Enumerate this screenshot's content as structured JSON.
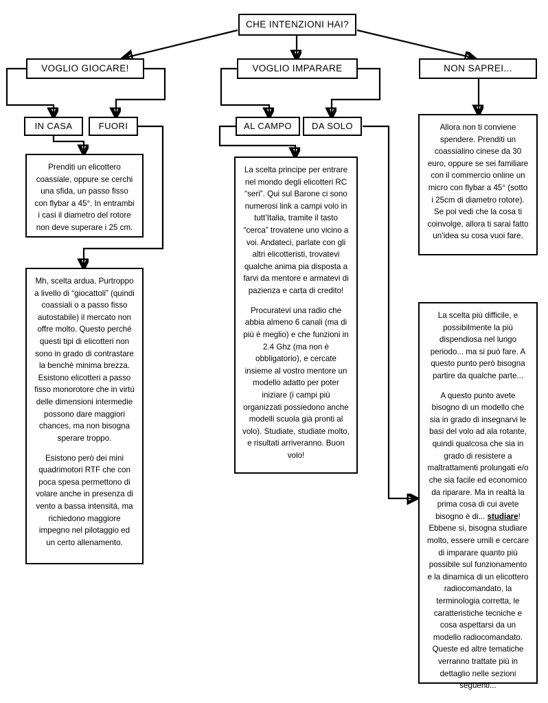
{
  "diagram": {
    "title": "CHE INTENZIONI HAI?",
    "language": "it"
  },
  "nodes": {
    "root": {
      "label": "CHE INTENZIONI HAI?"
    },
    "branch_play": {
      "label": "VOGLIO GIOCARE!"
    },
    "branch_learn": {
      "label": "VOGLIO IMPARARE"
    },
    "branch_unknown": {
      "label": "NON SAPREI..."
    },
    "opt_indoor": {
      "label": "IN CASA"
    },
    "opt_outdoor": {
      "label": "FUORI"
    },
    "opt_field": {
      "label": "AL CAMPO"
    },
    "opt_alone": {
      "label": "DA SOLO"
    }
  },
  "answers": {
    "indoor": {
      "paragraphs": [
        "Prenditi un elicottero coassiale, oppure se cerchi una sfida, un passo fisso con flybar a 45°. In entrambi i casi il diametro del rotore non deve superare i 25 cm."
      ]
    },
    "outdoor": {
      "paragraphs": [
        "Mh, scelta ardua. Purtroppo a livello di “giocattoli” (quindi coassiali o a passo fisso autostabile) il mercato non offre molto. Questo perché questi tipi di elicotteri non sono in grado di contrastare la benchè minima brezza. Esistono elicotteri a passo fisso monorotore che in virtù delle dimensioni intermedie possono dare maggiori chances, ma non bisogna sperare troppo.",
        "Esistono però dei mini quadrimotori RTF che con poca spesa permettono di volare anche in presenza di vento a bassa intensità, ma richiedono maggiore impegno nel pilotaggio ed un certo allenamento."
      ]
    },
    "field": {
      "paragraphs": [
        "La scelta principe per entrare nel mondo degli elicotteri RC “seri”. Qui sul Barone ci sono numerosi link a campi volo in tutt’Italia, tramite il tasto “cerca” trovatene uno vicino a voi. Andateci, parlate con gli altri elicotteristi, trovatevi qualche anima pia disposta a farvi da mentore e armatevi di pazienza e carta di credito!",
        "Procuratevi una radio che abbia almeno 6 canali (ma di più è meglio) e che funzioni in 2.4 Ghz (ma non è obbligatorio), e cercate insieme al vostro mentore un modello adatto per poter iniziare (i campi più organizzati possiedono anche modelli scuola già pronti al volo). Studiate, studiate molto, e risultati arriveranno. Buon volo!"
      ]
    },
    "unknown": {
      "paragraphs": [
        "Allora non ti conviene spendere. Prenditi un coassialino cinese da 30 euro, oppure se sei familiare con il commercio online un micro con flybar a 45° (sotto i 25cm di diametro rotore). Se poi vedi che la cosa ti coinvolge, allora ti sarai fatto un’idea su cosa vuoi fare."
      ]
    },
    "alone": {
      "paragraphs": [
        "La scelta più difficile, e possibilmente la più dispendiosa nel lungo periodo... ma si può fare. A questo punto però bisogna partire da qualche parte..."
      ],
      "paragraph2_before": "A questo punto avete bisogno di un modello che sia in grado di insegnarvi le basi del volo ad ala rotante, quindi qualcosa che sia in grado di resistere a maltrattamenti prolungati e/o che sia facile ed economico da riparare. Ma in realtà la prima cosa di cui avete bisogno è di... ",
      "paragraph2_emphasis": "studiare",
      "paragraph2_after": "! Ebbene si, bisogna studiare molto, essere umili e cercare di imparare quanto più possibile sul funzionamento e la dinamica di un elicottero radiocomandato, la terminologia corretta, le caratteristiche tecniche e cosa aspettarsi da un modello radiocomandato. Queste ed altre tematiche verranno trattate più in dettaglio nelle sezioni seguenti..."
    }
  },
  "colors": {
    "stroke": "#000000",
    "fill": "#ffffff",
    "text": "#000000"
  }
}
